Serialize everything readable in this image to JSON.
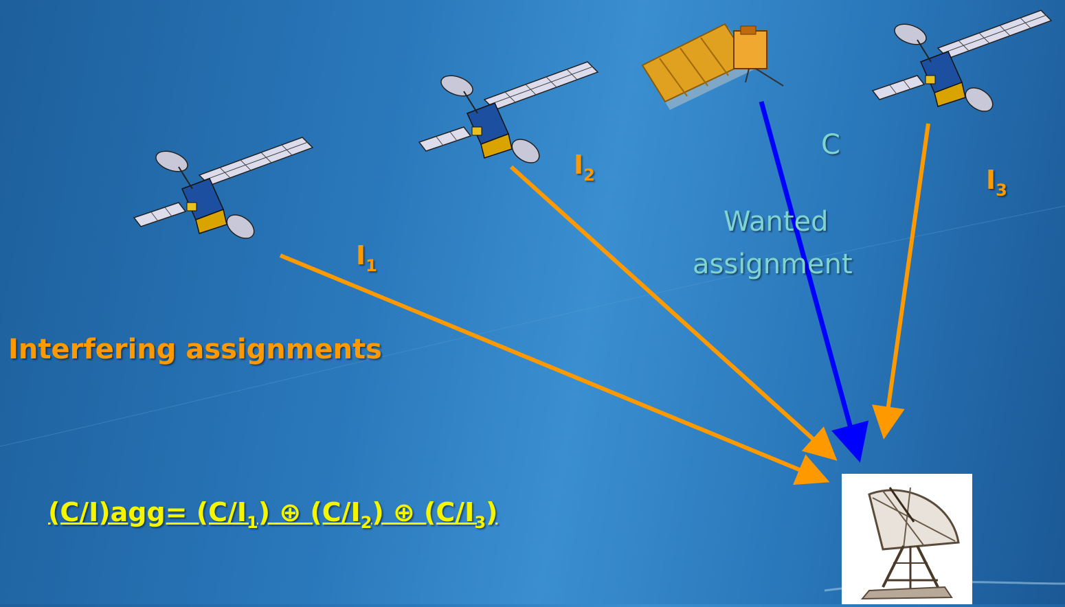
{
  "labels": {
    "i1_letter": "I",
    "i1_sub": "1",
    "i2_letter": "I",
    "i2_sub": "2",
    "i3_letter": "I",
    "i3_sub": "3",
    "c": "C",
    "wanted_line1": "Wanted",
    "wanted_line2": "assignment",
    "interfering": "Interfering assignments"
  },
  "formula": {
    "p1": "(C/I)agg= (C/I",
    "s1": "1",
    "p2": ") ⊕ (C/I",
    "s2": "2",
    "p3": ") ⊕ (C/I",
    "s3": "3",
    "p4": ")"
  },
  "colors": {
    "interference_arrow": "#ff9900",
    "wanted_arrow": "#0000ff",
    "formula": "#f5f500",
    "wanted_label": "#7fd4d0"
  }
}
